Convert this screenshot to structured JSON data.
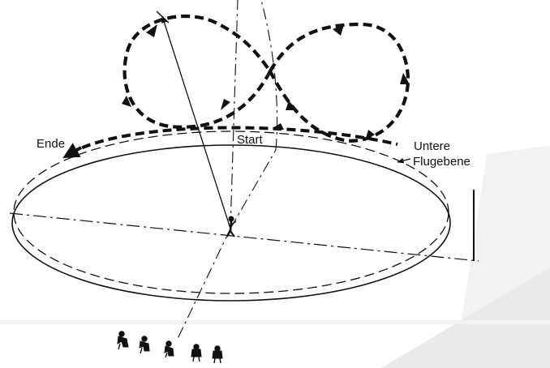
{
  "labels": {
    "start": "Start",
    "end": "Ende",
    "lower_plane_line1": "Untere",
    "lower_plane_line2": "Flugebene"
  },
  "figures_count": 5,
  "colors": {
    "ink": "#111111",
    "watermark": "#eeeeee"
  }
}
